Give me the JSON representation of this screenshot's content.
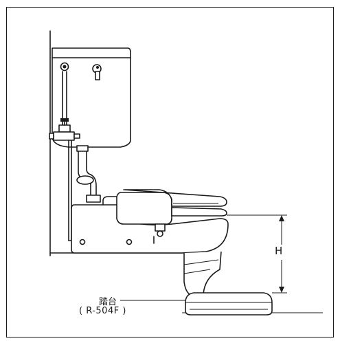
{
  "diagram": {
    "height_marker": "H",
    "step_label": "踏台",
    "step_model": "( R-504F )"
  }
}
